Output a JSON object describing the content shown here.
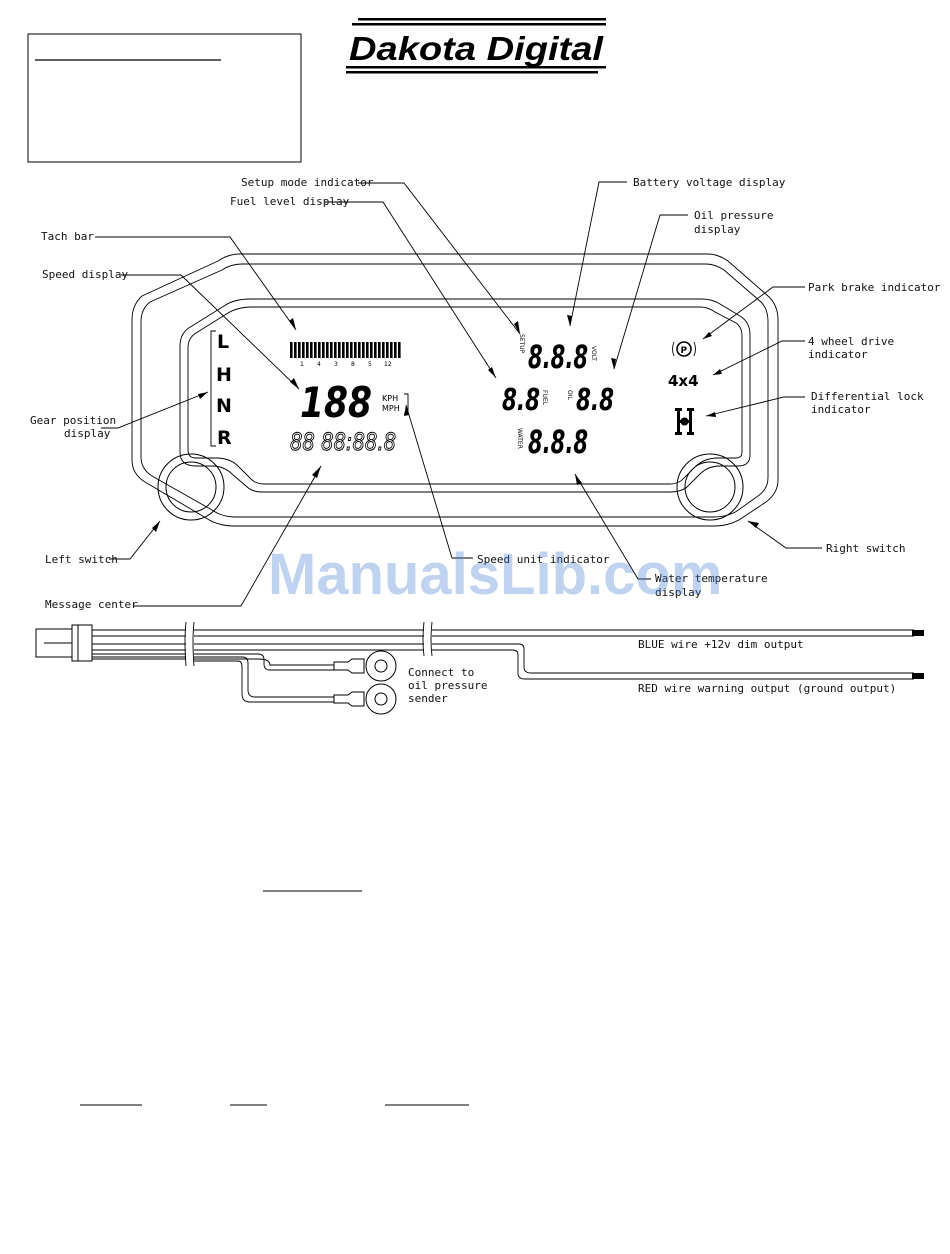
{
  "logo": {
    "text": "Dakota Digital"
  },
  "gauge": {
    "gears": [
      "L",
      "H",
      "N",
      "R"
    ],
    "tach_ticks": [
      "1",
      "4",
      "3",
      "8",
      "5",
      "12"
    ],
    "speed_value": "188",
    "speed_units": [
      "KPH",
      "MPH"
    ],
    "message_center": "88 88:88.8",
    "volt_value": "8.8.8",
    "setup_tag": "SETUP",
    "volt_tag": "VOLT",
    "fuel_value": "8.8",
    "fuel_tag": "FUEL",
    "oil_value": "8.8",
    "oil_tag": "OIL",
    "water_value": "8.8.8",
    "water_tag": "WATER",
    "park_icon_letter": "P",
    "fourwd_text": "4x4"
  },
  "callouts": {
    "setup_mode": "Setup mode indicator",
    "fuel_level": "Fuel level display",
    "tach_bar": "Tach bar",
    "speed_display": "Speed display",
    "gear_position_1": "Gear position",
    "gear_position_2": "display",
    "left_switch": "Left switch",
    "message_center": "Message center",
    "speed_unit": "Speed unit indicator",
    "battery_voltage": "Battery voltage display",
    "oil_pressure_1": "Oil pressure",
    "oil_pressure_2": "display",
    "park_brake": "Park brake indicator",
    "fourwd_1": "4 wheel drive",
    "fourwd_2": "indicator",
    "diff_lock_1": "Differential lock",
    "diff_lock_2": "indicator",
    "right_switch": "Right switch",
    "water_temp_1": "Water temperature",
    "water_temp_2": "display"
  },
  "wiring": {
    "connect_1": "Connect to",
    "connect_2": "oil pressure",
    "connect_3": "sender",
    "blue_wire": "BLUE wire +12v dim output",
    "red_wire": "RED wire warning output (ground output)"
  },
  "watermark": "ManualsLib.com"
}
